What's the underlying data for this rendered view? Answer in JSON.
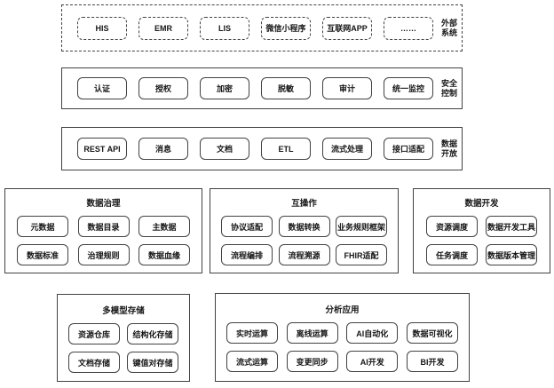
{
  "colors": {
    "background": "#ffffff",
    "line": "#424242",
    "text": "#161616"
  },
  "layers": [
    {
      "label_lines": [
        "外部",
        "系统"
      ],
      "items": [
        "HIS",
        "EMR",
        "LIS",
        "微信小程序",
        "互联网APP",
        "……"
      ]
    },
    {
      "label_lines": [
        "安全",
        "控制"
      ],
      "items": [
        "认证",
        "授权",
        "加密",
        "脱敏",
        "审计",
        "统一监控"
      ]
    },
    {
      "label_lines": [
        "数据",
        "开放"
      ],
      "items": [
        "REST API",
        "消息",
        "文档",
        "ETL",
        "流式处理",
        "接口适配"
      ]
    }
  ],
  "panels": [
    {
      "title": "数据治理",
      "rows": [
        [
          "元数据",
          "数据目录",
          "主数据"
        ],
        [
          "数据标准",
          "治理规则",
          "数据血缘"
        ]
      ]
    },
    {
      "title": "互操作",
      "rows": [
        [
          "协议适配",
          "数据转换",
          "业务规则框架"
        ],
        [
          "流程编排",
          "流程溯源",
          "FHIR适配"
        ]
      ]
    },
    {
      "title": "数据开发",
      "rows": [
        [
          "资源调度",
          "数据开发工具"
        ],
        [
          "任务调度",
          "数据版本管理"
        ]
      ]
    },
    {
      "title": "多模型存储",
      "rows": [
        [
          "资源仓库",
          "结构化存储"
        ],
        [
          "文档存储",
          "键值对存储"
        ]
      ]
    },
    {
      "title": "分析应用",
      "rows": [
        [
          "实时运算",
          "离线运算",
          "AI自动化",
          "数据可视化"
        ],
        [
          "流式运算",
          "变更同步",
          "AI开发",
          "BI开发"
        ]
      ]
    }
  ]
}
